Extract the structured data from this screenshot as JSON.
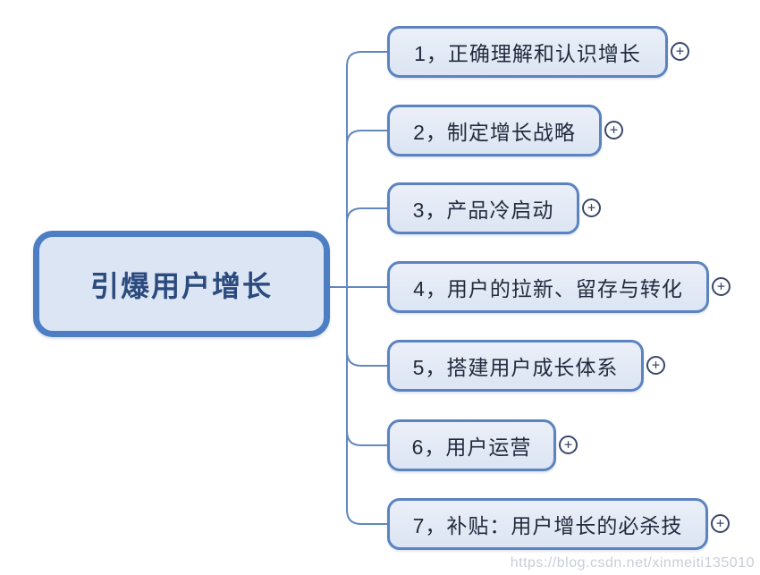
{
  "root": {
    "label": "引爆用户增长"
  },
  "branches": [
    {
      "label": "1，正确理解和认识增长"
    },
    {
      "label": "2，制定增长战略"
    },
    {
      "label": "3，产品冷启动"
    },
    {
      "label": "4，用户的拉新、留存与转化"
    },
    {
      "label": "5，搭建用户成长体系"
    },
    {
      "label": "6，用户运营"
    },
    {
      "label": "7，补贴：用户增长的必杀技"
    }
  ],
  "icons": {
    "expand": "+"
  },
  "colors": {
    "root-border": "#4d7ec3",
    "root-fill": "#dbe5f4",
    "root-text": "#2b4a7d",
    "branch-border": "#5b83c1",
    "branch-fill-top": "#ebeff8",
    "branch-fill-bottom": "#dce5f3",
    "branch-text": "#222b3e",
    "line": "#6288be",
    "plus": "#39476b",
    "watermark": "#c8cfd9"
  },
  "watermark": "https://blog.csdn.net/xinmeiti135010"
}
